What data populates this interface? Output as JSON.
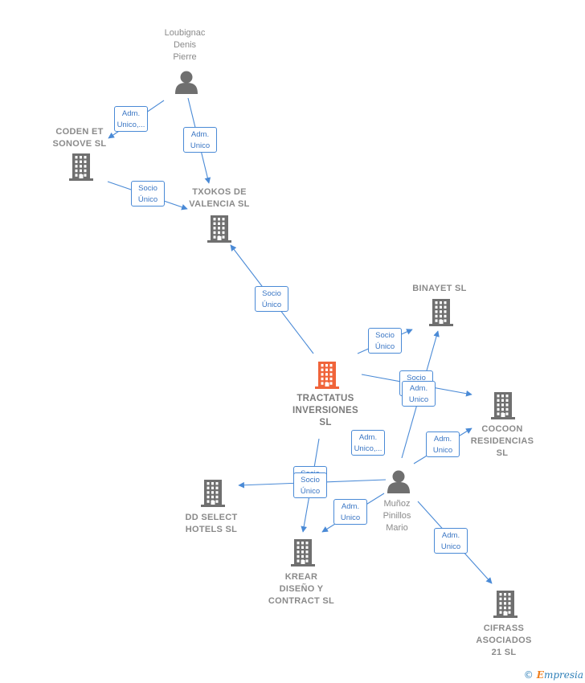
{
  "colors": {
    "edge": "#4a8ad6",
    "company": "#6f6f6f",
    "main_company": "#f0643a",
    "person": "#6f6f6f"
  },
  "nodes": [
    {
      "id": "loubignac",
      "kind": "person",
      "label": "Loubignac\nDenis\nPierre",
      "icon": "person-icon"
    },
    {
      "id": "coden",
      "kind": "company",
      "label": "CODEN ET\nSONOVE  SL",
      "icon": "building-icon"
    },
    {
      "id": "txokos",
      "kind": "company",
      "label": "TXOKOS DE\nVALENCIA  SL",
      "icon": "building-icon"
    },
    {
      "id": "binayet",
      "kind": "company",
      "label": "BINAYET  SL",
      "icon": "building-icon"
    },
    {
      "id": "tractatus",
      "kind": "main",
      "label": "TRACTATUS\nINVERSIONES\nSL",
      "icon": "building-icon"
    },
    {
      "id": "cocoon",
      "kind": "company",
      "label": "COCOON\nRESIDENCIAS\nSL",
      "icon": "building-icon"
    },
    {
      "id": "ddselect",
      "kind": "company",
      "label": "DD SELECT\nHOTELS  SL",
      "icon": "building-icon"
    },
    {
      "id": "munoz",
      "kind": "person",
      "label": "Muñoz\nPinillos\nMario",
      "icon": "person-icon"
    },
    {
      "id": "krear",
      "kind": "company",
      "label": "KREAR\nDISEÑO Y\nCONTRACT  SL",
      "icon": "building-icon"
    },
    {
      "id": "cifrass",
      "kind": "company",
      "label": "CIFRASS\nASOCIADOS\n21 SL",
      "icon": "building-icon"
    }
  ],
  "edges": [
    {
      "from": "loubignac",
      "to": "coden",
      "label": "Adm.\nUnico,..."
    },
    {
      "from": "loubignac",
      "to": "txokos",
      "label": "Adm.\nUnico"
    },
    {
      "from": "coden",
      "to": "txokos",
      "label": "Socio\nÚnico"
    },
    {
      "from": "tractatus",
      "to": "txokos",
      "label": "Socio\nÚnico"
    },
    {
      "from": "tractatus",
      "to": "binayet",
      "label": "Socio\nÚnico"
    },
    {
      "from": "tractatus",
      "to": "cocoon",
      "label": "Socio\nÚnico"
    },
    {
      "from": "munoz",
      "to": "binayet",
      "label": "Adm.\nUnico"
    },
    {
      "from": "munoz",
      "to": "cocoon",
      "label": "Adm.\nUnico"
    },
    {
      "from": "munoz",
      "to": "ddselect",
      "label": "Adm.\nUnico,..."
    },
    {
      "from": "tractatus",
      "to": "ddselect",
      "label": "Socio\nÚnico"
    },
    {
      "from": "tractatus",
      "to": "krear",
      "label": "Socio\nÚnico"
    },
    {
      "from": "munoz",
      "to": "krear",
      "label": "Adm.\nUnico"
    },
    {
      "from": "munoz",
      "to": "cifrass",
      "label": "Adm.\nUnico"
    }
  ],
  "credit": {
    "symbol": "©",
    "brand_initial": "E",
    "brand_rest": "mpresia"
  }
}
